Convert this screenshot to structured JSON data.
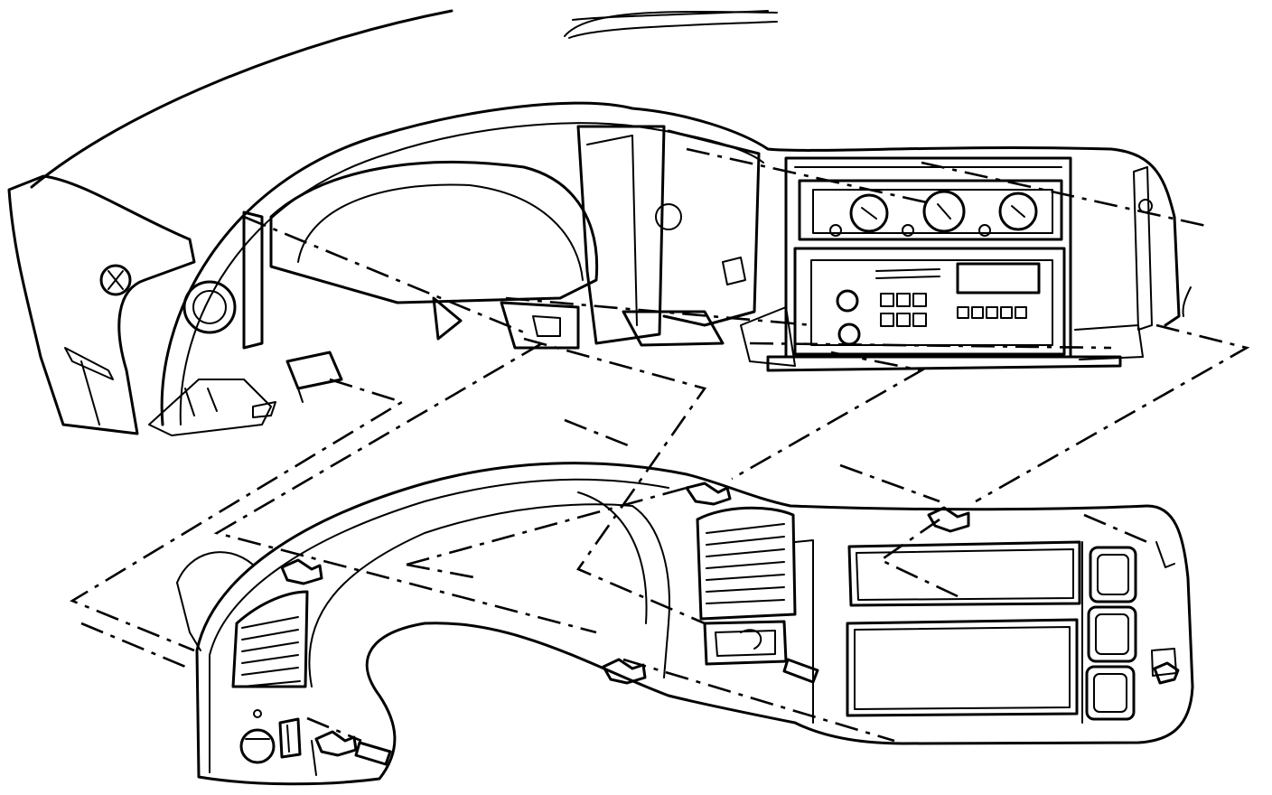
{
  "diagram": {
    "parts": [
      {
        "id": "dash-carrier",
        "icon": "dashboard-carrier"
      },
      {
        "id": "instrument-panel-trim-bezel",
        "icon": "trim-bezel"
      },
      {
        "id": "radio-receiver",
        "icon": "radio"
      },
      {
        "id": "hvac-control",
        "icon": "climate-control"
      },
      {
        "id": "retaining-clip",
        "icon": "clip"
      }
    ],
    "line_color": "#000000",
    "background": "#ffffff"
  }
}
